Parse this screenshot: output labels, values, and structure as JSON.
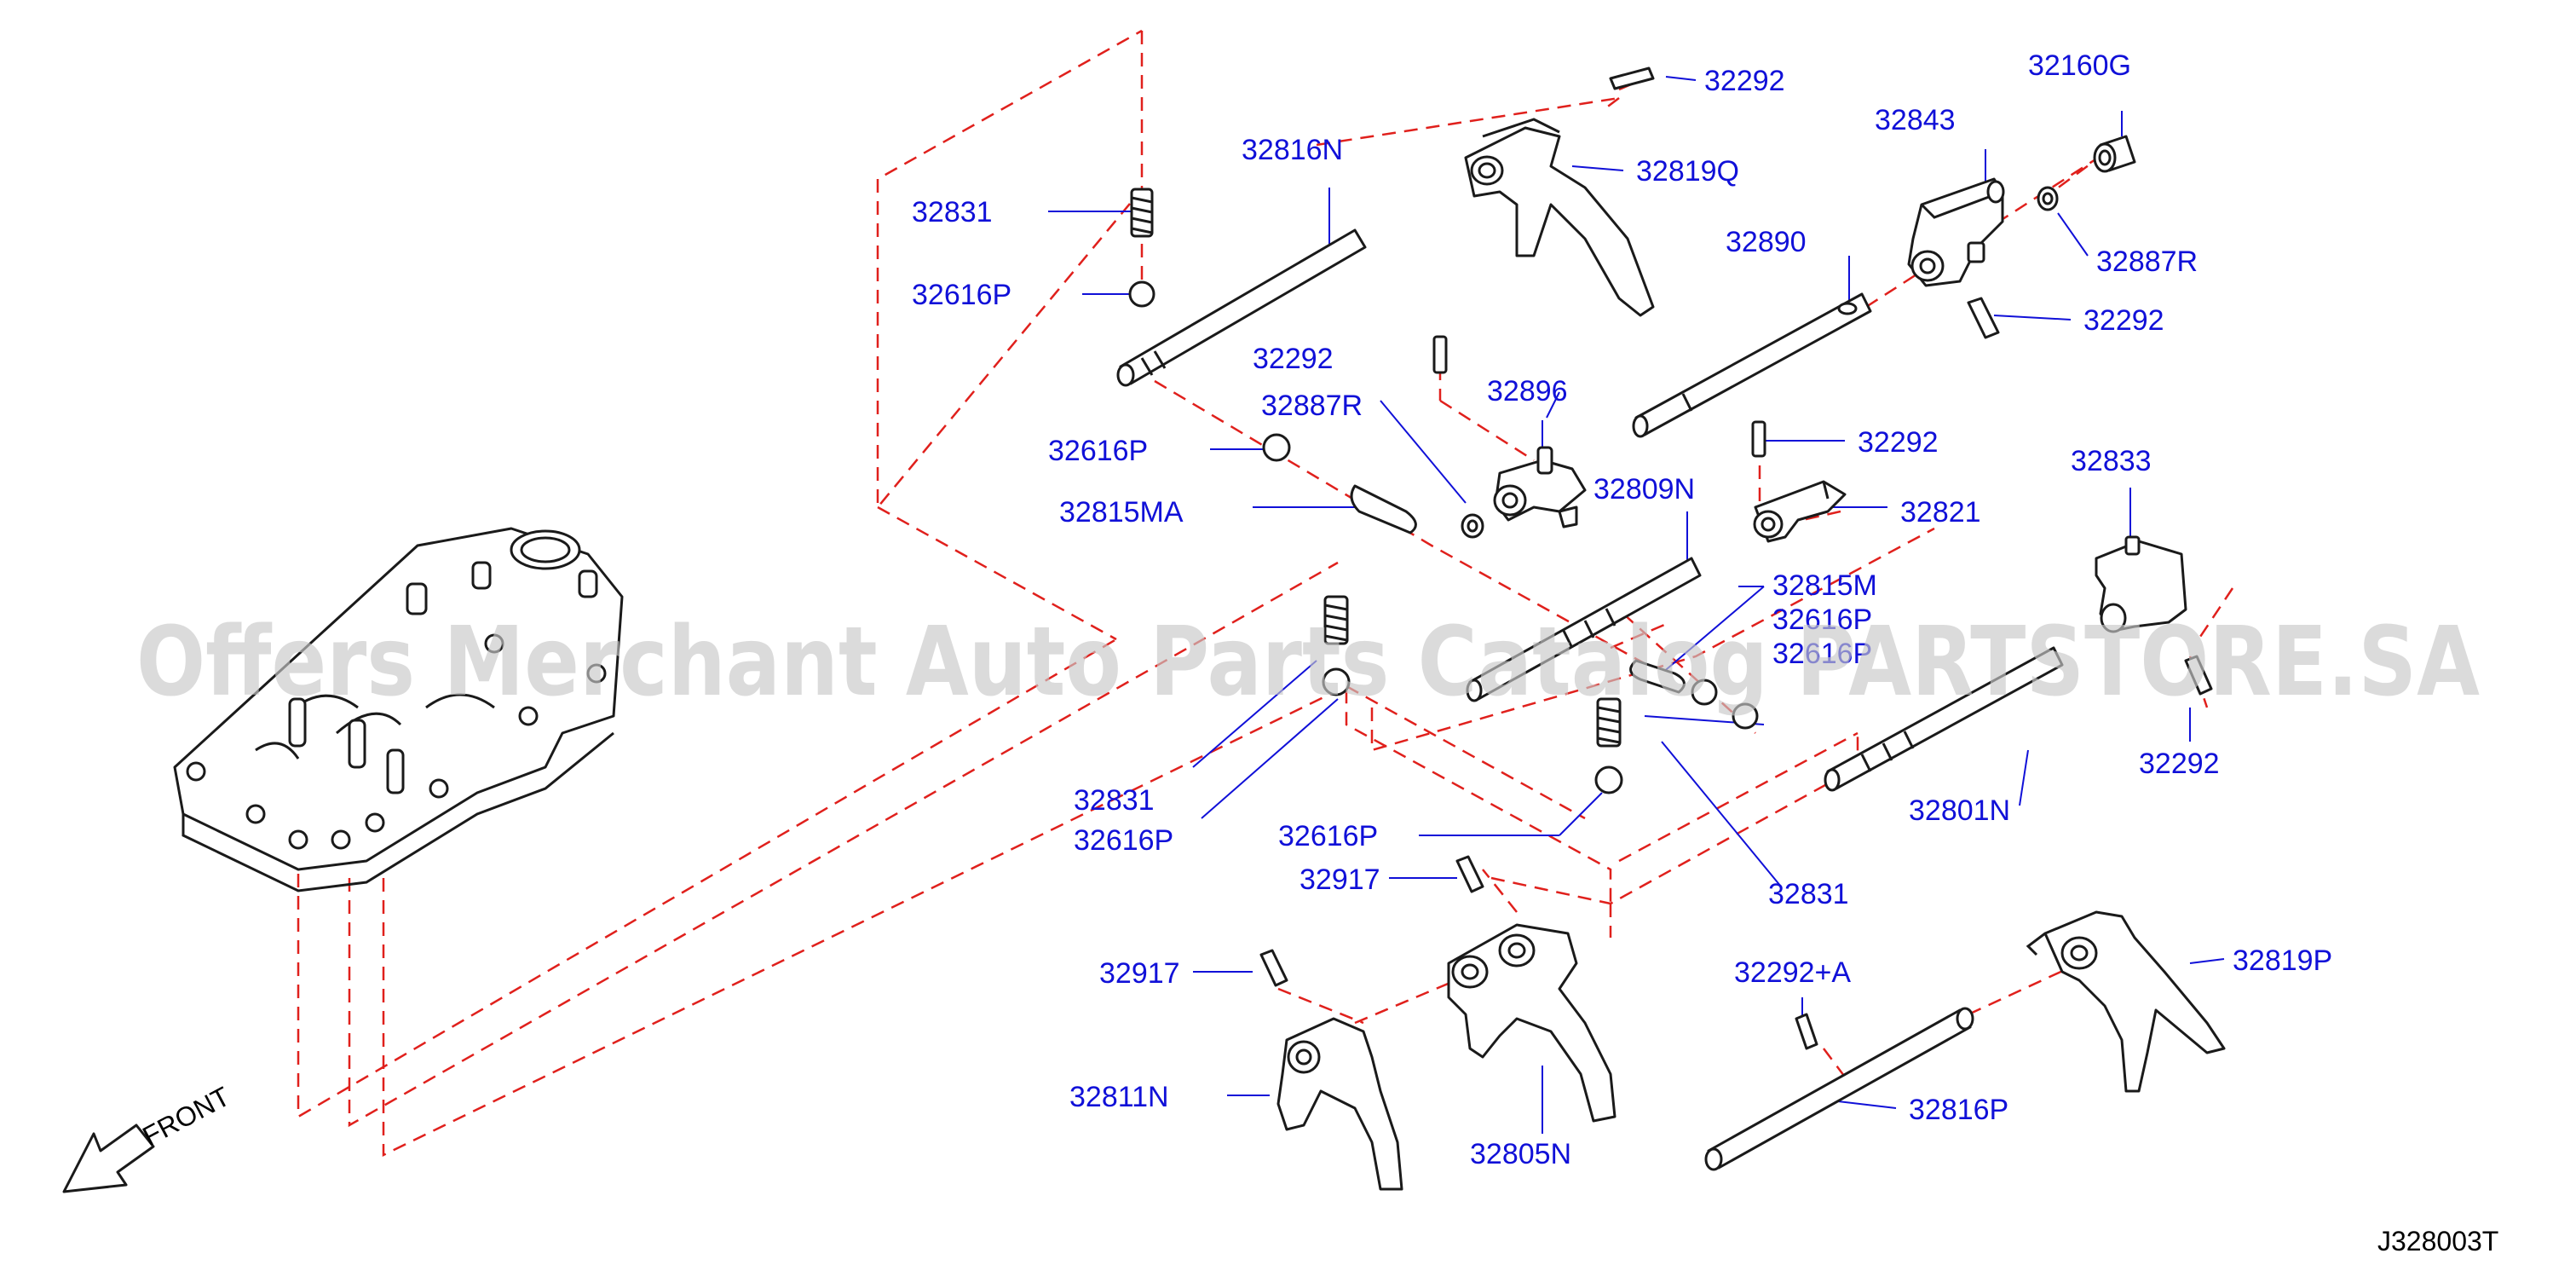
{
  "diagram_code": "J328003T",
  "front_label": "FRONT",
  "watermark": "Offers Merchant Auto Parts Catalog PARTSTORE.SA",
  "parts": {
    "p32292_top": "32292",
    "p32160G": "32160G",
    "p32843": "32843",
    "p32816N": "32816N",
    "p32819Q": "32819Q",
    "p32831_top": "32831",
    "p32887R_right": "32887R",
    "p32890": "32890",
    "p32616P_upper": "32616P",
    "p32292_right": "32292",
    "p32292_mid": "32292",
    "p32896": "32896",
    "p32887R_mid": "32887R",
    "p32616P_mid": "32616P",
    "p32292_center": "32292",
    "p32833": "32833",
    "p32809N": "32809N",
    "p32815MA": "32815MA",
    "p32821": "32821",
    "p32815M": "32815M",
    "p32616P_b1": "32616P",
    "p32616P_b2": "32616P",
    "p32292_farright": "32292",
    "p32801N": "32801N",
    "p32831_left": "32831",
    "p32616P_left": "32616P",
    "p32616P_low": "32616P",
    "p32917_a": "32917",
    "p32831_low": "32831",
    "p32917_b": "32917",
    "p32292A": "32292+A",
    "p32819P": "32819P",
    "p32811N": "32811N",
    "p32816P": "32816P",
    "p32805N": "32805N"
  },
  "colors": {
    "label": "#1010d8",
    "dashed_line": "#e0201c",
    "part_outline": "#1a1a1a"
  }
}
